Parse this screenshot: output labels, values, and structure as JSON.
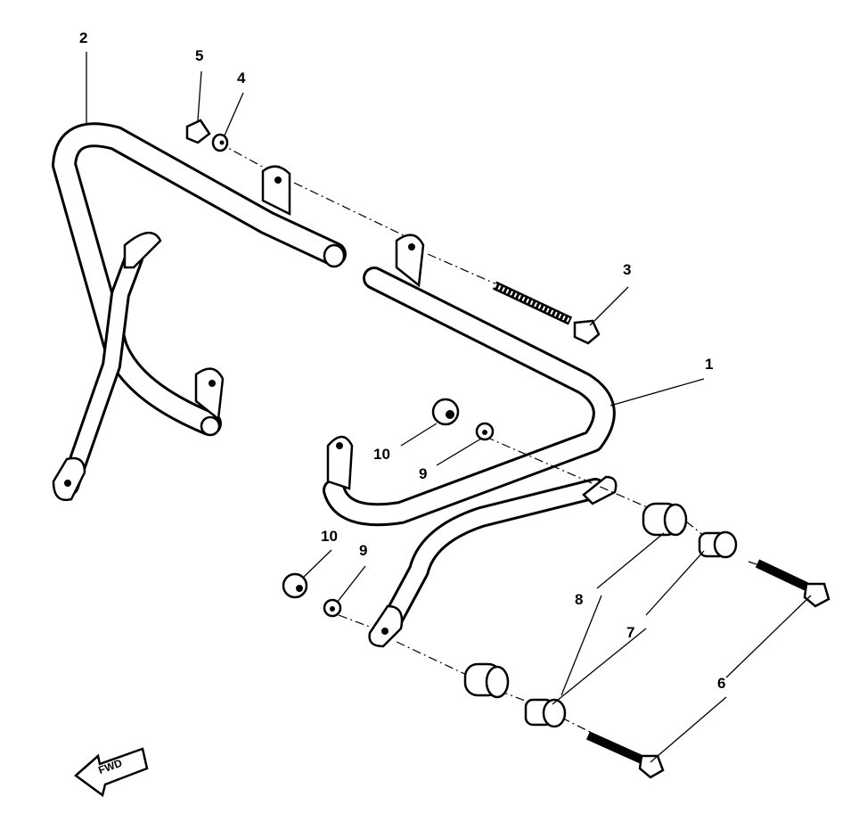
{
  "diagram": {
    "callouts": [
      {
        "id": "callout-2",
        "text": "2"
      },
      {
        "id": "callout-5",
        "text": "5"
      },
      {
        "id": "callout-4",
        "text": "4"
      },
      {
        "id": "callout-3",
        "text": "3"
      },
      {
        "id": "callout-1",
        "text": "1"
      },
      {
        "id": "callout-10a",
        "text": "10"
      },
      {
        "id": "callout-9a",
        "text": "9"
      },
      {
        "id": "callout-10b",
        "text": "10"
      },
      {
        "id": "callout-9b",
        "text": "9"
      },
      {
        "id": "callout-8",
        "text": "8"
      },
      {
        "id": "callout-7",
        "text": "7"
      },
      {
        "id": "callout-6",
        "text": "6"
      }
    ],
    "direction_arrow": "FWD"
  }
}
